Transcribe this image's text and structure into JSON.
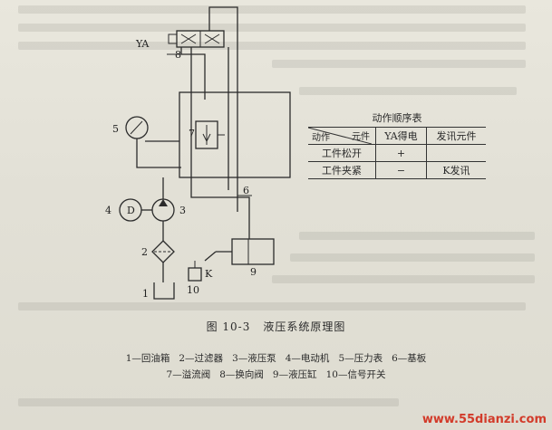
{
  "labels": {
    "ya": "YA",
    "n1": "1",
    "n2": "2",
    "n3": "3",
    "n4": "4",
    "n5": "5",
    "n6": "6",
    "n7": "7",
    "n8": "8",
    "n9": "9",
    "n10": "10",
    "d": "D",
    "k": "K"
  },
  "table": {
    "title": "动作顺序表",
    "header_component": "元件",
    "header_action": "动作",
    "col_ya": "YA得电",
    "col_signal": "发讯元件",
    "rows": [
      {
        "action": "工件松开",
        "ya": "+",
        "signal": ""
      },
      {
        "action": "工件夹紧",
        "ya": "−",
        "signal": "K发讯"
      }
    ]
  },
  "caption": {
    "number": "图 10-3",
    "title": "液压系统原理图"
  },
  "legend": {
    "line1": [
      "1—回油箱",
      "2—过滤器",
      "3—液压泵",
      "4—电动机",
      "5—压力表",
      "6—基板"
    ],
    "line2": [
      "7—溢流阀",
      "8—换向阀",
      "9—液压缸",
      "10—信号开关"
    ]
  },
  "watermark": "www.55dianzi.com"
}
